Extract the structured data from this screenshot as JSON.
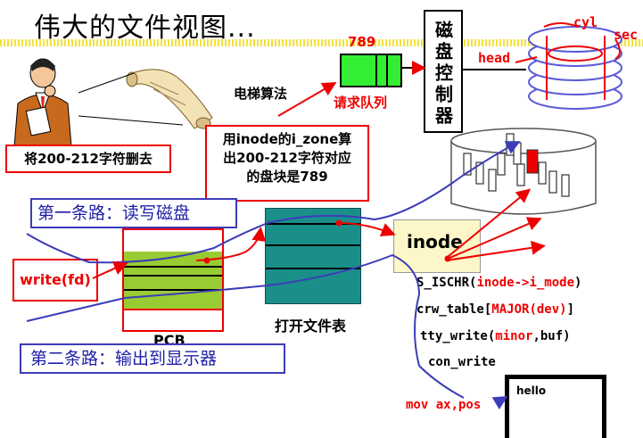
{
  "title": "伟大的文件视图...",
  "delete_note": "将200-212字符删去",
  "elevator_label": "电梯算法",
  "queue_number": "789",
  "queue_label": "请求队列",
  "disk_controller": "磁盘控制器",
  "disk_labels": {
    "cyl": "cyl",
    "sec": "sec",
    "head": "head"
  },
  "inode_note": [
    "用inode的i_zone算",
    "出200-212字符对应",
    "的盘块是789"
  ],
  "path1_label": "第一条路：读写磁盘",
  "path2_label": "第二条路：输出到显示器",
  "write_label": "write(fd)",
  "pcb_label": "PCB",
  "file_table_label": "打开文件表",
  "inode_label": "inode",
  "code_lines": [
    {
      "pre": "S_ISCHR(",
      "arg": "inode->i_mode",
      "post": ")"
    },
    {
      "pre": "crw_table[",
      "arg": "MAJOR(dev)",
      "post": "]"
    },
    {
      "pre": "tty_write(",
      "arg": "minor",
      "post": ",buf)"
    },
    {
      "pre": "con_write",
      "arg": "",
      "post": ""
    }
  ],
  "mov_line": "mov ax,pos",
  "screen_text": "hello",
  "colors": {
    "red": "#e00000",
    "blue": "#3c3cb8",
    "green": "#33ee33",
    "pcb_green": "#99cc33",
    "teal": "#1a8f8a",
    "inode_bg": "#fdf6c8"
  },
  "icons": [
    "person-thinking-icon",
    "scroll-icon",
    "disk-platter-icon",
    "buffer-cache-icon",
    "monitor-icon"
  ]
}
